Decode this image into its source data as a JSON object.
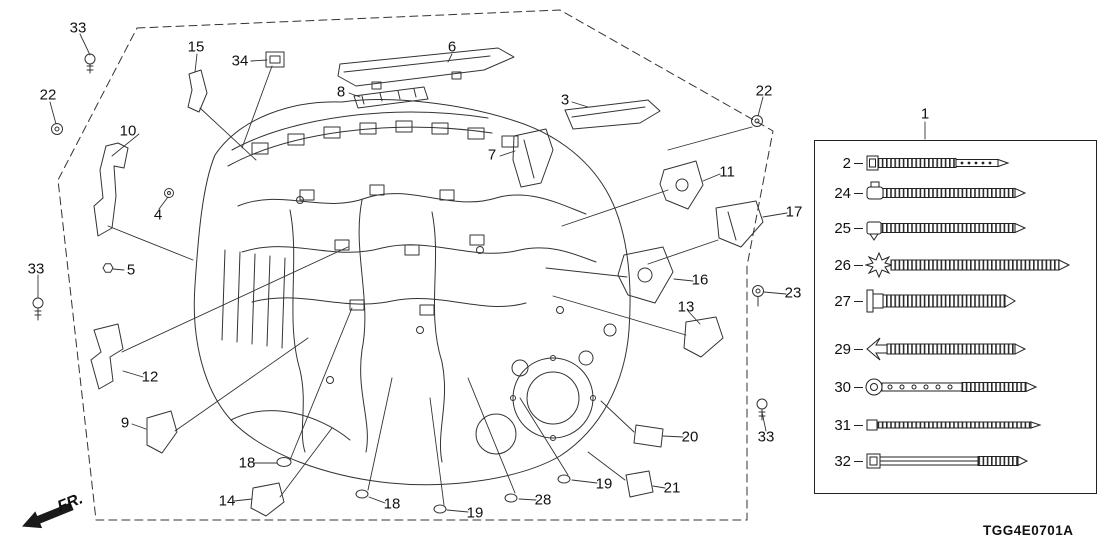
{
  "diagram": {
    "code": "TGG4E0701A",
    "fr_label": "FR.",
    "line_color": "#222222",
    "background": "#ffffff"
  },
  "callouts": [
    {
      "label": "33"
    },
    {
      "label": "22"
    },
    {
      "label": "10"
    },
    {
      "label": "15"
    },
    {
      "label": "34"
    },
    {
      "label": "8"
    },
    {
      "label": "6"
    },
    {
      "label": "3"
    },
    {
      "label": "7"
    },
    {
      "label": "22"
    },
    {
      "label": "11"
    },
    {
      "label": "17"
    },
    {
      "label": "16"
    },
    {
      "label": "4"
    },
    {
      "label": "5"
    },
    {
      "label": "33"
    },
    {
      "label": "12"
    },
    {
      "label": "9"
    },
    {
      "label": "13"
    },
    {
      "label": "23"
    },
    {
      "label": "20"
    },
    {
      "label": "18"
    },
    {
      "label": "14"
    },
    {
      "label": "18"
    },
    {
      "label": "19"
    },
    {
      "label": "28"
    },
    {
      "label": "19"
    },
    {
      "label": "21"
    },
    {
      "label": "33"
    }
  ],
  "panel": {
    "label": "1",
    "items": [
      {
        "label": "2"
      },
      {
        "label": "24"
      },
      {
        "label": "25"
      },
      {
        "label": "26"
      },
      {
        "label": "27"
      },
      {
        "label": "29"
      },
      {
        "label": "30"
      },
      {
        "label": "31"
      },
      {
        "label": "32"
      }
    ]
  }
}
